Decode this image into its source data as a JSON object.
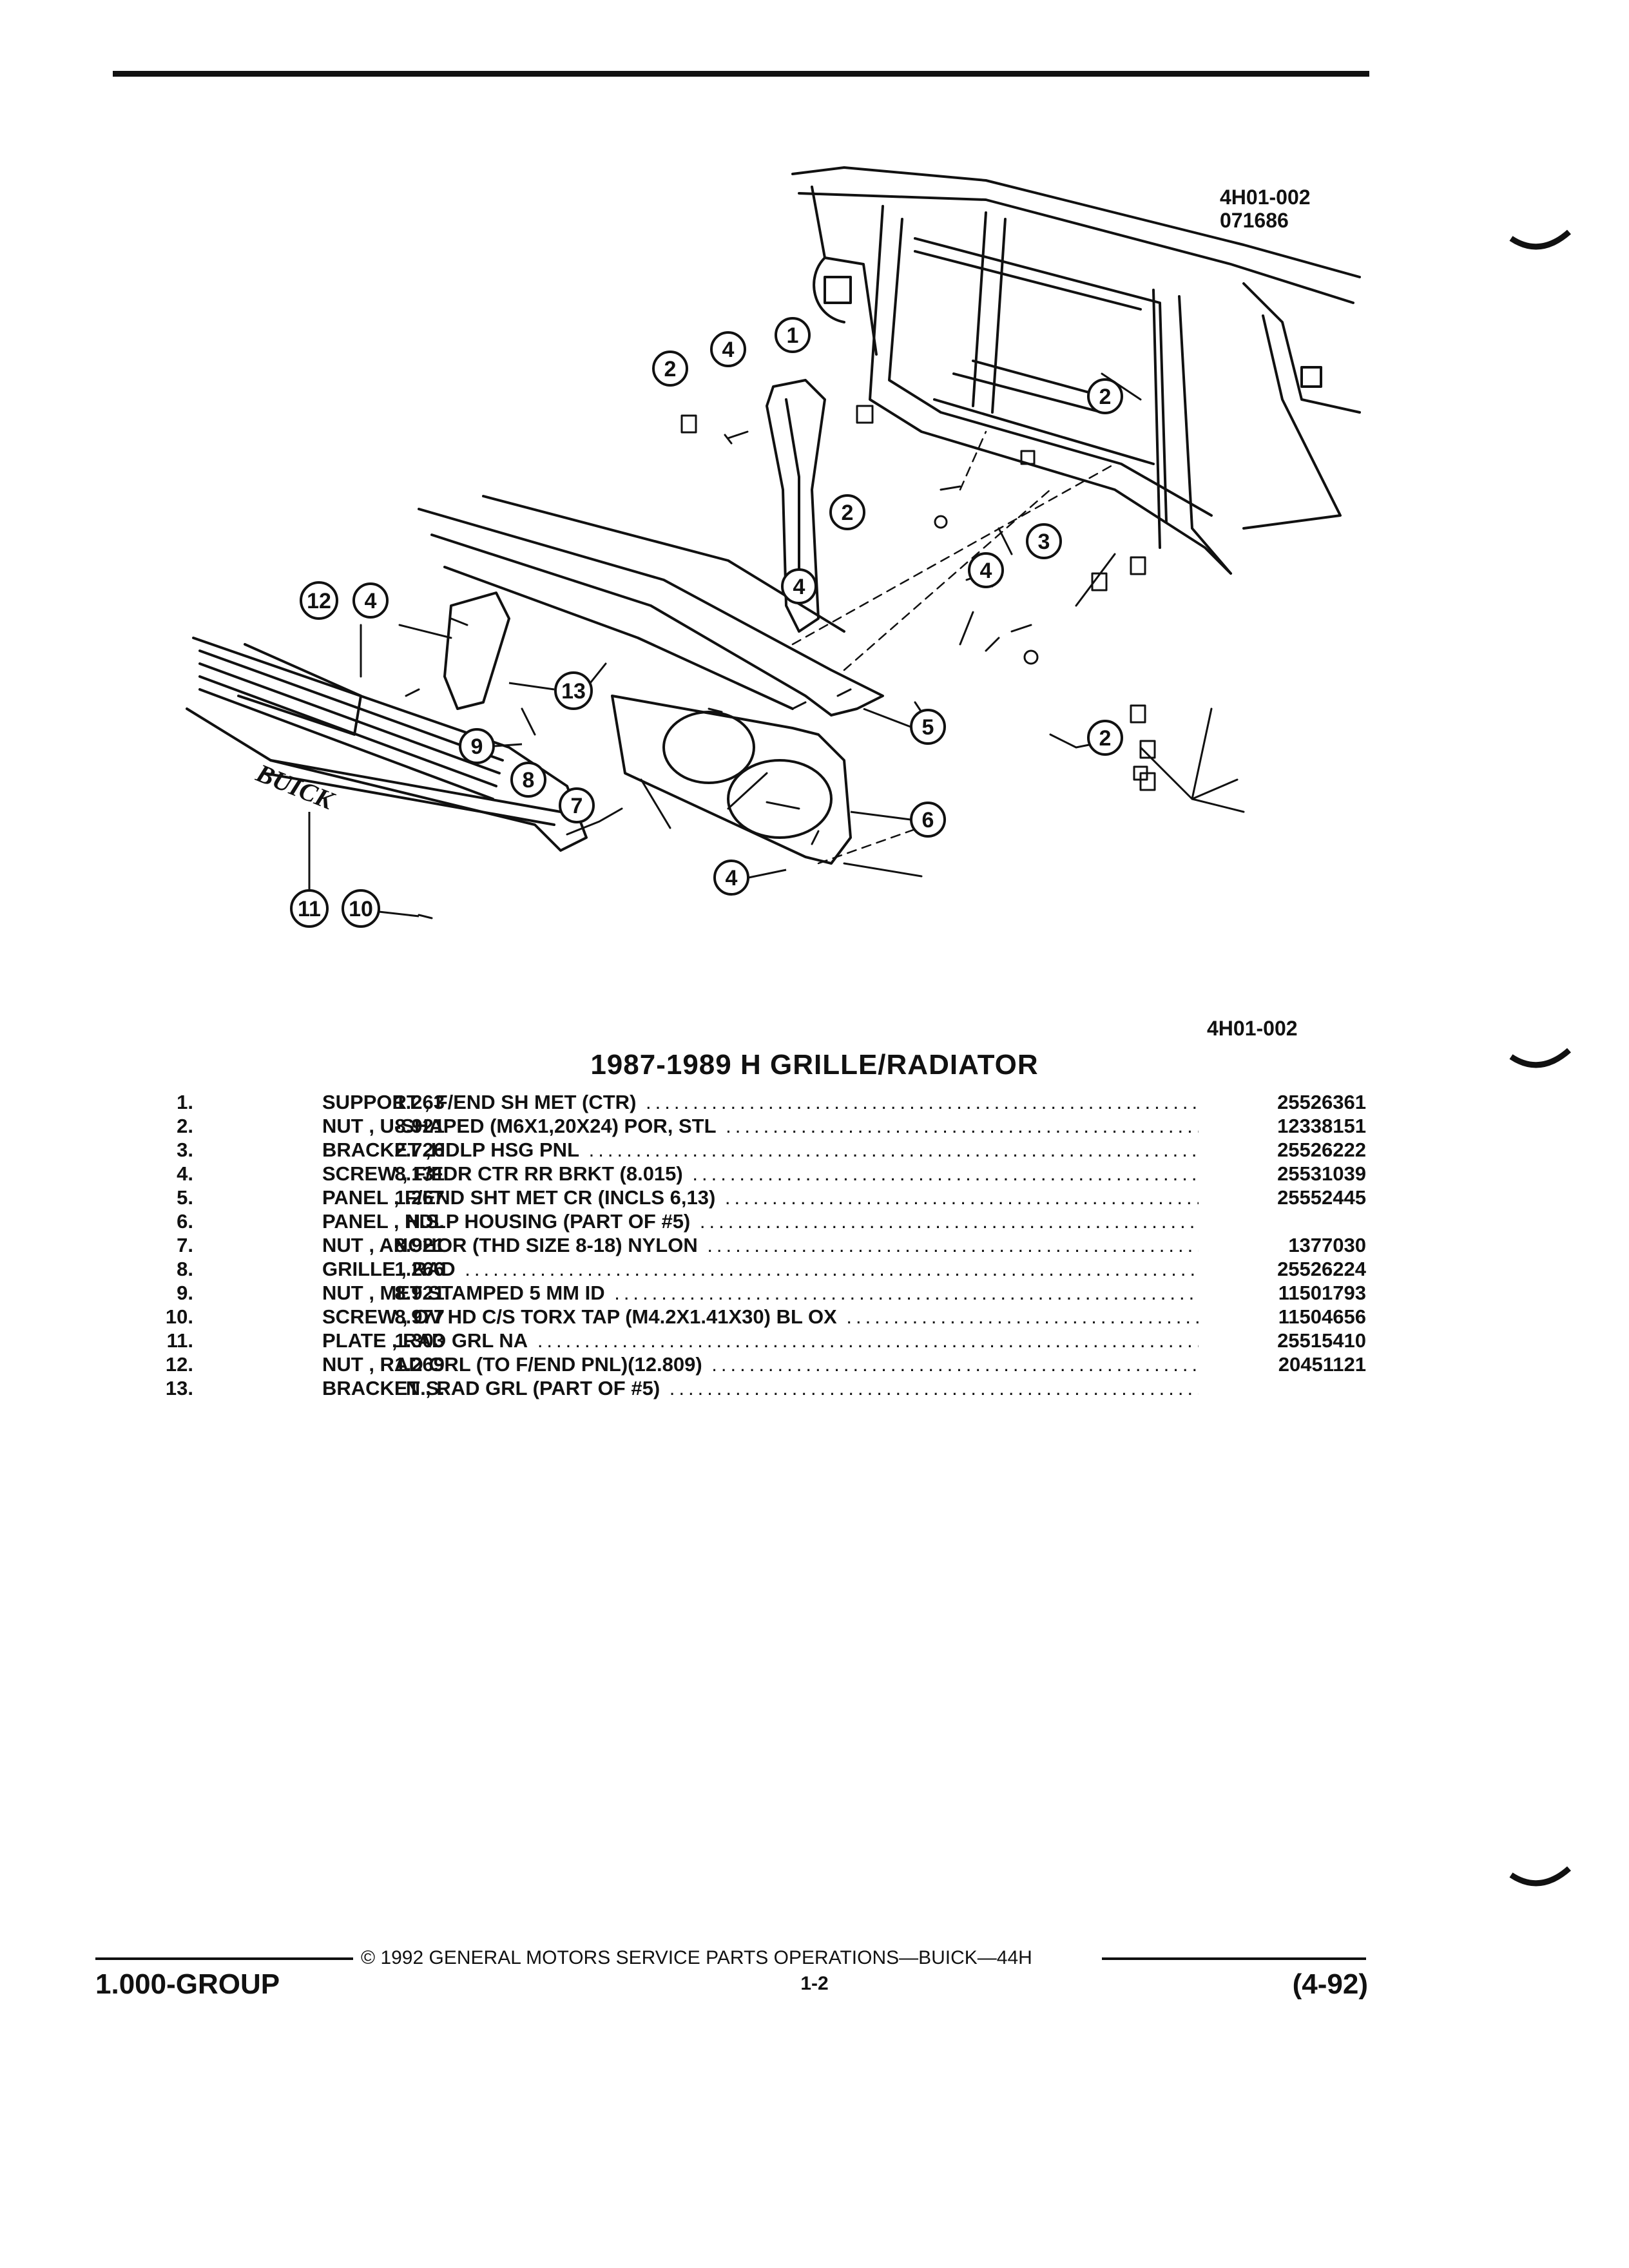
{
  "figure": {
    "ref_top": "4H01-002",
    "ref_date": "071686",
    "ref_bottom": "4H01-002",
    "callouts": [
      "1",
      "2",
      "3",
      "4",
      "5",
      "6",
      "7",
      "8",
      "9",
      "10",
      "11",
      "12",
      "13"
    ],
    "logo_text": "BUICK"
  },
  "title": "1987-1989 H GRILLE/RADIATOR",
  "parts": [
    {
      "num": "1.",
      "code": "1.263",
      "desc": "SUPPORT , F/END SH MET (CTR)",
      "part_no": "25526361"
    },
    {
      "num": "2.",
      "code": "8.921",
      "desc": "NUT , U-SHAPED (M6X1,20X24) POR, STL",
      "part_no": "12338151"
    },
    {
      "num": "3.",
      "code": "2.726",
      "desc": "BRACKET ,HDLP HSG PNL",
      "part_no": "25526222"
    },
    {
      "num": "4.",
      "code": "8.131",
      "desc": "SCREW , F/FDR CTR RR BRKT (8.015)",
      "part_no": "25531039"
    },
    {
      "num": "5.",
      "code": "1.267",
      "desc": "PANEL , F/END SHT MET CR (INCLS 6,13)",
      "part_no": "25552445"
    },
    {
      "num": "6.",
      "code": "N.S.",
      "desc": "PANEL , HDLP HOUSING (PART OF #5)",
      "part_no": ""
    },
    {
      "num": "7.",
      "code": "8.921",
      "desc": "NUT , ANCHOR (THD SIZE 8-18) NYLON",
      "part_no": "1377030"
    },
    {
      "num": "8.",
      "code": "1.266",
      "desc": "GRILLE , RAD",
      "part_no": "25526224"
    },
    {
      "num": "9.",
      "code": "8.921",
      "desc": "NUT , MET STAMPED 5 MM ID",
      "part_no": "11501793"
    },
    {
      "num": "10.",
      "code": "8.977",
      "desc": "SCREW , OV HD C/S TORX TAP (M4.2X1.41X30) BL OX",
      "part_no": "11504656"
    },
    {
      "num": "11.",
      "code": "1.303",
      "desc": "PLATE , RAD GRL NA",
      "part_no": "25515410"
    },
    {
      "num": "12.",
      "code": "1.269",
      "desc": "NUT , RAD GRL (TO F/END PNL)(12.809)",
      "part_no": "20451121"
    },
    {
      "num": "13.",
      "code": "N.S.",
      "desc": "BRACKET , RAD GRL (PART OF #5)",
      "part_no": ""
    }
  ],
  "footer": {
    "group": "1.000-GROUP",
    "copyright": "© 1992 GENERAL MOTORS SERVICE PARTS OPERATIONS—BUICK—44H",
    "page": "1-2",
    "revision": "(4-92)"
  }
}
